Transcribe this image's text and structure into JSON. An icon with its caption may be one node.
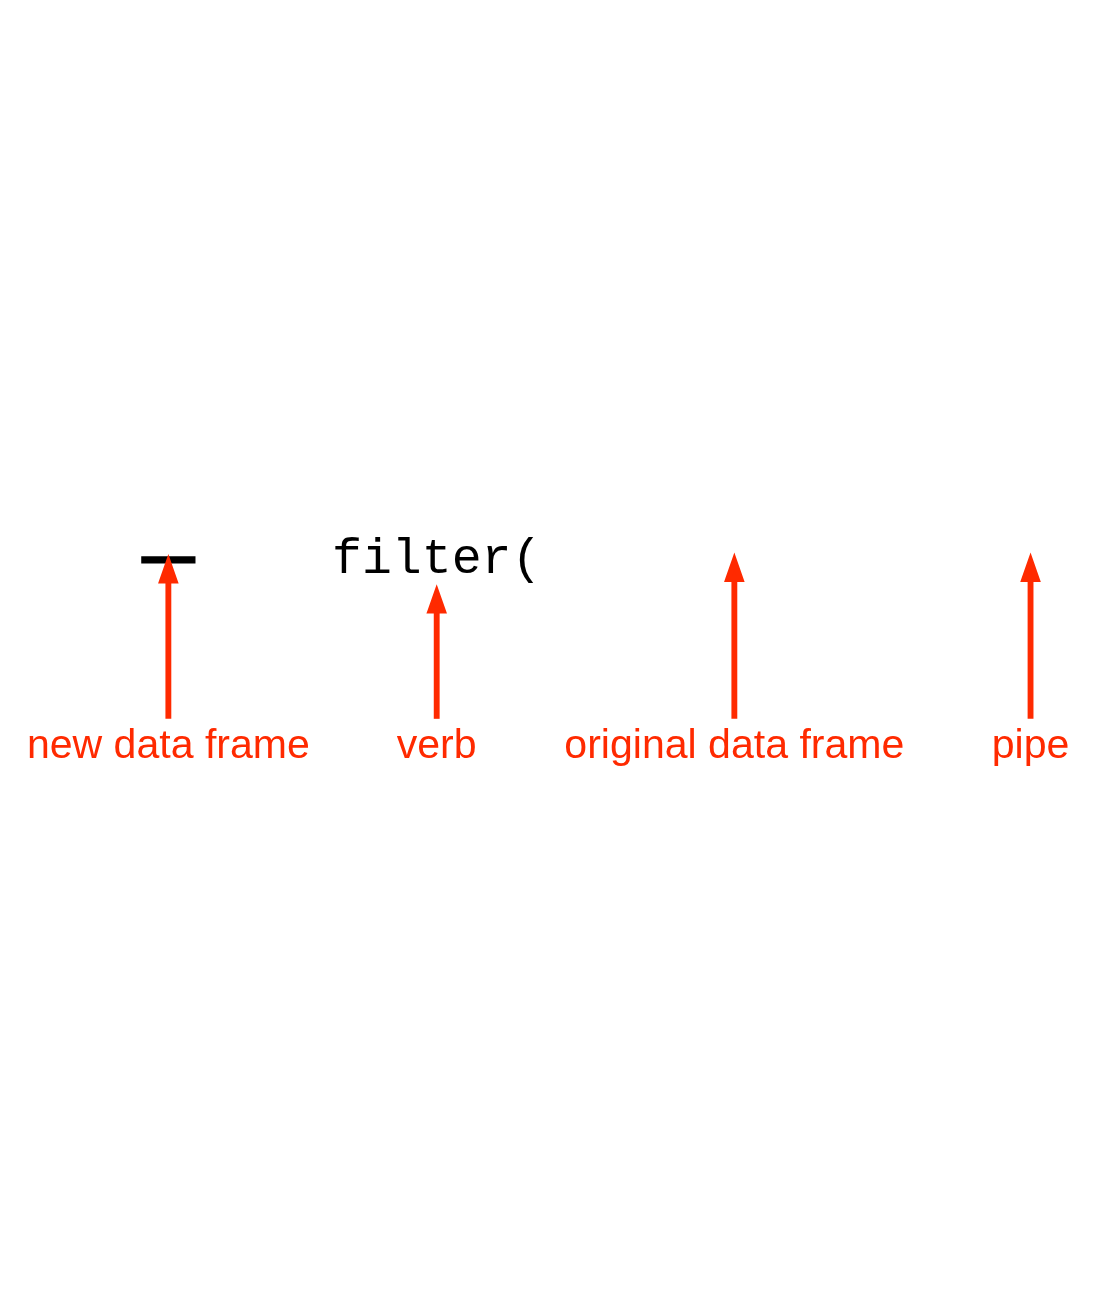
{
  "diagram": {
    "nodes": [
      {
        "text": [],
        "shape": "bar"
      },
      {
        "text": [
          "filter("
        ]
      },
      {
        "text": [
          "new data frame"
        ]
      },
      {
        "text": [
          "original data frame"
        ]
      },
      {
        "text": [
          "verb"
        ]
      },
      {
        "text": [
          "pipe"
        ]
      }
    ],
    "edges": [
      {
        "from": 2,
        "to": 0,
        "arrow": "to"
      },
      {
        "from": 3,
        "to": null,
        "arrow": "to"
      },
      {
        "from": 5,
        "to": null,
        "arrow": "to"
      },
      {
        "from": 4,
        "to": 1,
        "arrow": "to"
      }
    ]
  }
}
